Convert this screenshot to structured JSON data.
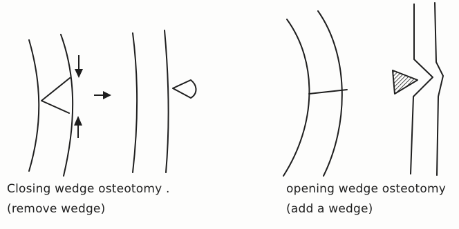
{
  "captions": {
    "closing_line1": "Closing wedge osteotomy .",
    "closing_line2": "(remove wedge)",
    "opening_line1": "opening wedge osteotomy",
    "opening_line2": "(add a wedge)"
  },
  "colors": {
    "ink": "#1e1e1e",
    "paper": "#fdfdfc"
  }
}
